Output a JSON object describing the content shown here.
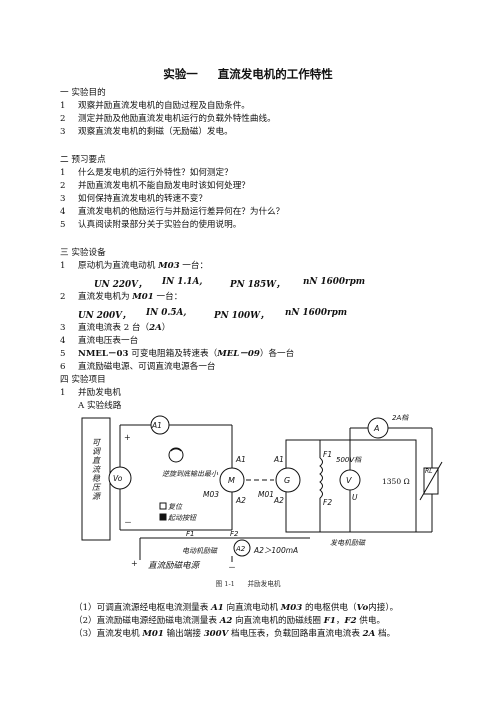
{
  "title": {
    "part1": "实验一",
    "part2": "直流发电机的工作特性"
  },
  "sec1": {
    "heading": "一   实验目的",
    "items": [
      {
        "n": "1",
        "t": "观察并励直流发电机的自励过程及自励条件。"
      },
      {
        "n": "2",
        "t": "测定并励及他励直流发电机运行的负载外特性曲线。"
      },
      {
        "n": "3",
        "t": "观察直流发电机的剩磁（无励磁）发电。"
      }
    ]
  },
  "sec2": {
    "heading": "二   预习要点",
    "items": [
      {
        "n": "1",
        "t": "什么是发电机的运行外特性？如何测定？"
      },
      {
        "n": "2",
        "t": "并励直流发电机不能自励发电时该如何处理？"
      },
      {
        "n": "3",
        "t": "如何保持直流发电机的转速不变？"
      },
      {
        "n": "4",
        "t": "直流发电机的他励运行与并励运行差异何在？为什么？"
      },
      {
        "n": "5",
        "t": "认真阅读附录部分关于实验台的使用说明。"
      }
    ]
  },
  "sec3": {
    "heading": "三   实验设备",
    "item1": {
      "n": "1",
      "pre": "原动机为直流电动机 ",
      "code": "M03",
      "post": " 一台："
    },
    "spec1": [
      "UN   220V，",
      "IN   1.1A,",
      "PN   185W，",
      "nN   1600rpm"
    ],
    "item2": {
      "n": "2",
      "pre": "直流发电机为 ",
      "code": "M01",
      "post": " 一台："
    },
    "spec2": [
      "UN   200V，",
      "IN   0.5A,",
      "PN   100W，",
      "nN   1600rpm"
    ],
    "item3": {
      "n": "3",
      "pre": "直流电流表 2 台（",
      "code": "2A",
      "post": "）"
    },
    "item4": {
      "n": "4",
      "t": "直流电压表一台"
    },
    "item5": {
      "n": "5",
      "pre": "NMEL－03",
      "mid": " 可变电阻箱及转速表（",
      "code": "MEL－09",
      "post": "）各一台"
    },
    "item6": {
      "n": "6",
      "t": "直流励磁电源、可调直流电源各一台"
    }
  },
  "sec4": {
    "heading": "四   实验项目",
    "item1": {
      "n": "1",
      "t": "并励发电机"
    },
    "sub": "A    实验线路"
  },
  "diagram": {
    "left_source": "可调直流稳压源",
    "vo": "Vo",
    "a1": "A1",
    "plus": "+",
    "minus": "－",
    "motor_M": "M",
    "motor_code": "M03",
    "gen_G": "G",
    "gen_code": "M01",
    "note_speed": "逆旋到底输出最小",
    "note_reset": "复位",
    "note_start": "起动按钮",
    "motor_A1": "A1",
    "motor_A2": "A2",
    "gen_A1": "A1",
    "gen_A2": "A2",
    "F1": "F1",
    "F2": "F2",
    "ammeter_A": "A",
    "range_2a": "2A档",
    "voltmeter_V": "V",
    "range_500v": "500V档",
    "U": "U",
    "resistance": "1350 Ω",
    "RL": "RL",
    "gen_exc_circuit": "发电机励磁",
    "exc_ammeter": "A2",
    "field_F1": "F1",
    "field_F2": "F2",
    "motor_exc": "电动机励磁",
    "exc_condition": "A2＞100mA",
    "exc_source": "直流励磁电源"
  },
  "caption": {
    "fig": "图 1-1",
    "name": "并励发电机"
  },
  "notes": [
    {
      "pre": "（1）可调直流源经电枢电流测量表 ",
      "c1": "A1",
      "mid": " 向直流电动机 ",
      "c2": "M03",
      "post": " 的电枢供电（",
      "c3": "Vo",
      "end": "内接）。"
    },
    {
      "pre": "（2）直流励磁电源经励磁电流测量表 ",
      "c1": "A2",
      "mid": " 向直流电机的励磁线圈 ",
      "c2": "F1",
      "mid2": "，",
      "c3": "F2",
      "post": " 供电。"
    },
    {
      "pre": "（3）直流发电机 ",
      "c1": "M01",
      "mid": " 输出端接 ",
      "c2": "300V",
      "mid2": " 档电压表，负载回路串直流电流表 ",
      "c3": "2A",
      "post": " 档。"
    }
  ]
}
